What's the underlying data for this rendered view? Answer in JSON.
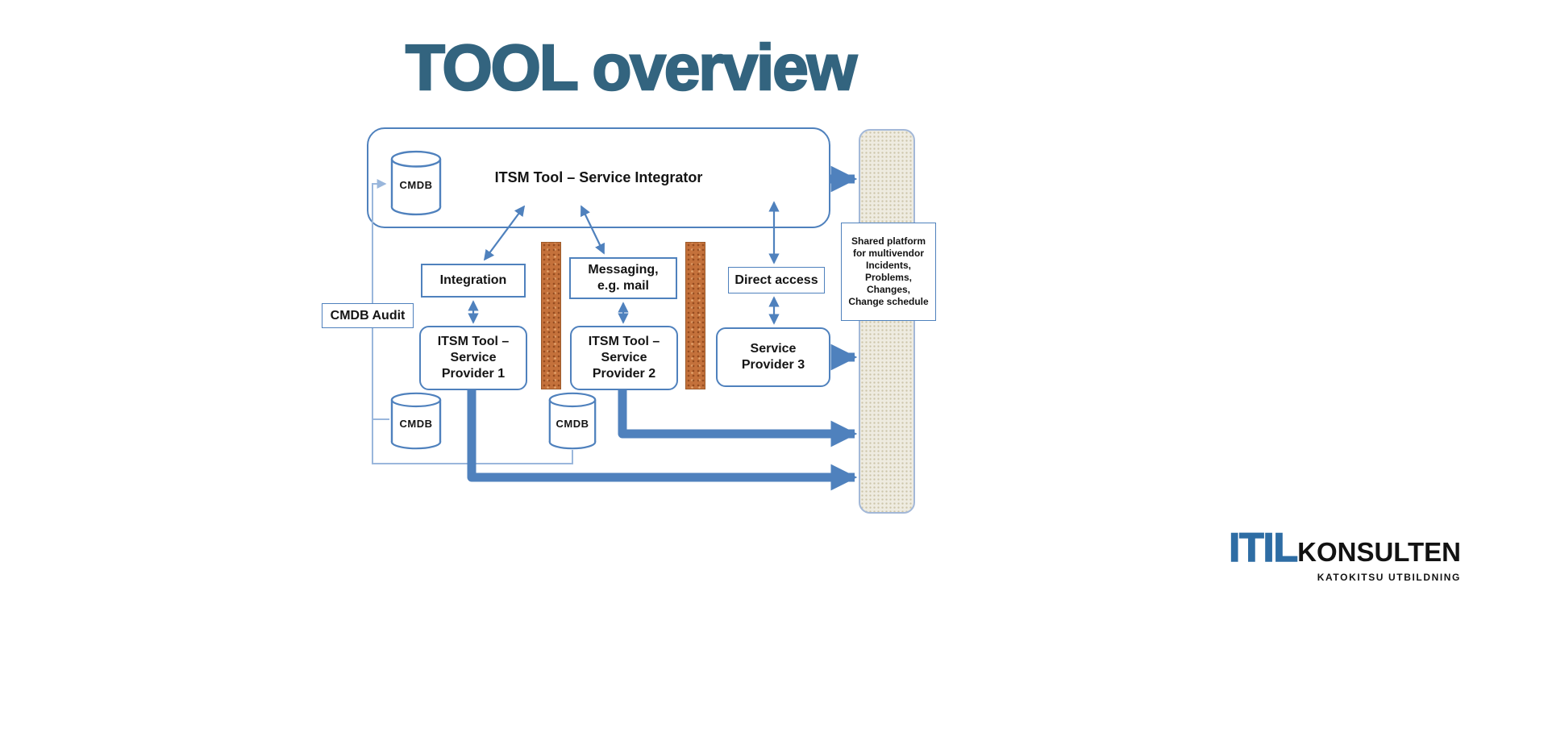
{
  "title": "TOOL overview",
  "diagram": {
    "integrator": "ITSM Tool – Service Integrator",
    "cmdb": "CMDB",
    "integration": "Integration",
    "messaging": "Messaging,\ne.g. mail",
    "direct_access": "Direct access",
    "cmdb_audit": "CMDB Audit",
    "sp1": "ITSM Tool –\nService\nProvider 1",
    "sp2": "ITSM Tool –\nService\nProvider 2",
    "sp3": "Service\nProvider 3",
    "shared_platform": "Shared platform\nfor multivendor\nIncidents,\nProblems,\nChanges,\nChange schedule"
  },
  "logo": {
    "itil": "ITIL",
    "konsulten": "KONSULTEN",
    "tagline": "KATOKITSU UTBILDNING"
  },
  "colors": {
    "title": "#33647f",
    "box_border": "#4f81bd",
    "arrow": "#4f81bd",
    "audit_line": "#9ab7dc",
    "bar_orange": "#c4713b",
    "platform_fill": "#eeebe0",
    "logo_blue": "#2e6da4"
  }
}
